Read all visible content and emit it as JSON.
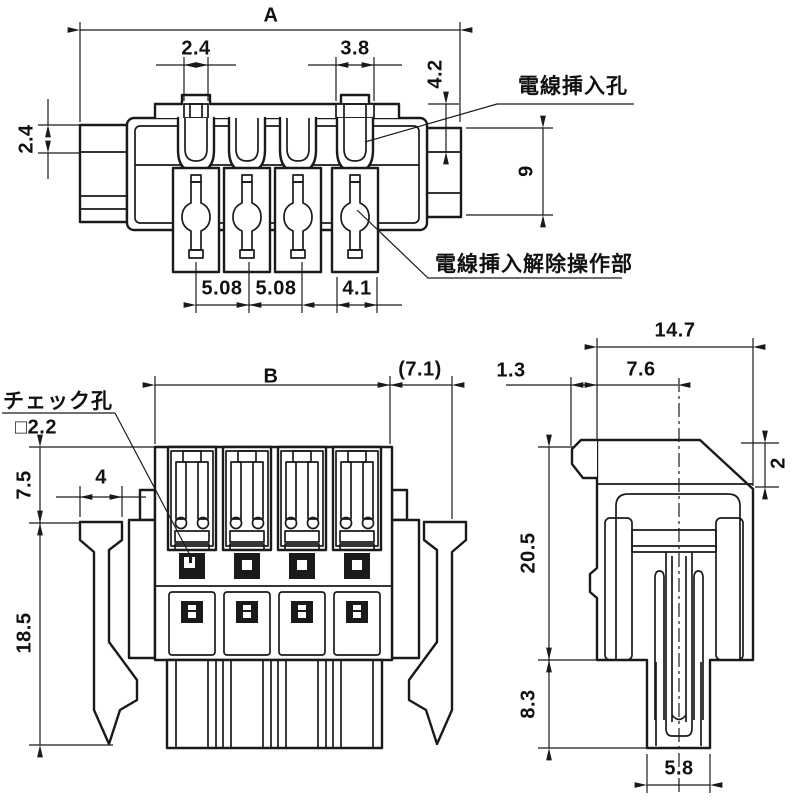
{
  "page": {
    "background": "#ffffff",
    "line_color": "#1a1a1a"
  },
  "top_view": {
    "dims": {
      "overall_width": "A",
      "hole1_width": "2.4",
      "hole4_width": "3.8",
      "hole_depth": "4.2",
      "tab_thickness": "2.4",
      "tab_height": "9",
      "pitch_1_2": "5.08",
      "pitch_2_3": "5.08",
      "slot4_width": "4.1"
    },
    "callouts": {
      "wire_insertion_hole": "電線挿入孔",
      "wire_release_part": "電線挿入解除操作部"
    }
  },
  "front_view": {
    "dims": {
      "body_width": "B",
      "latch_protrusion": "(7.1)",
      "upper_height": "7.5",
      "latch_top_width": "4",
      "lower_height": "18.5"
    },
    "callouts": {
      "check_hole": "チェック孔",
      "check_hole_size": "□2.2"
    }
  },
  "side_view": {
    "dims": {
      "overall_depth": "14.7",
      "notch_depth": "1.3",
      "body_depth": "7.6",
      "slope_drop": "2",
      "body_height": "20.5",
      "stem_height": "8.3",
      "stem_width": "5.8"
    }
  }
}
